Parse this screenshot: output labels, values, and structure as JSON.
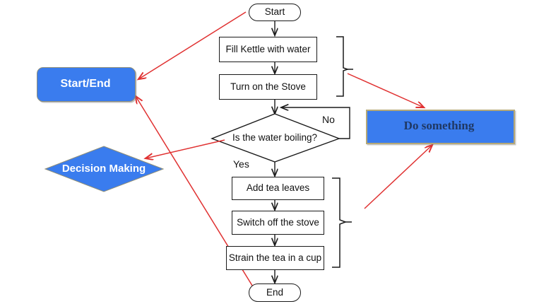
{
  "diagram": {
    "title": "Tea making flowchart with shape legend",
    "colors": {
      "accent_blue": "#3A7CEE",
      "legend_border": "#B5A877",
      "legend_text_light": "#FFFFFF",
      "legend_text_dark": "#1F3864",
      "arrow_red": "#E03131",
      "flow_stroke": "#1A1A1A"
    }
  },
  "flow": {
    "nodes": [
      {
        "id": "start",
        "label": "Start",
        "shape": "terminator"
      },
      {
        "id": "fill",
        "label": "Fill Kettle with water",
        "shape": "process"
      },
      {
        "id": "stove",
        "label": "Turn on the Stove",
        "shape": "process"
      },
      {
        "id": "boil",
        "label": "Is the water boiling?",
        "shape": "decision"
      },
      {
        "id": "leaves",
        "label": "Add tea leaves",
        "shape": "process"
      },
      {
        "id": "off",
        "label": "Switch off the stove",
        "shape": "process"
      },
      {
        "id": "strain",
        "label": "Strain the tea in a cup",
        "shape": "process"
      },
      {
        "id": "end",
        "label": "End",
        "shape": "terminator"
      }
    ],
    "branch_labels": {
      "no": "No",
      "yes": "Yes"
    }
  },
  "legend": {
    "start_end": {
      "label": "Start/End",
      "shape": "rounded-rectangle"
    },
    "decision": {
      "label": "Decision Making",
      "shape": "diamond"
    },
    "process": {
      "label": "Do something",
      "shape": "rectangle"
    }
  }
}
